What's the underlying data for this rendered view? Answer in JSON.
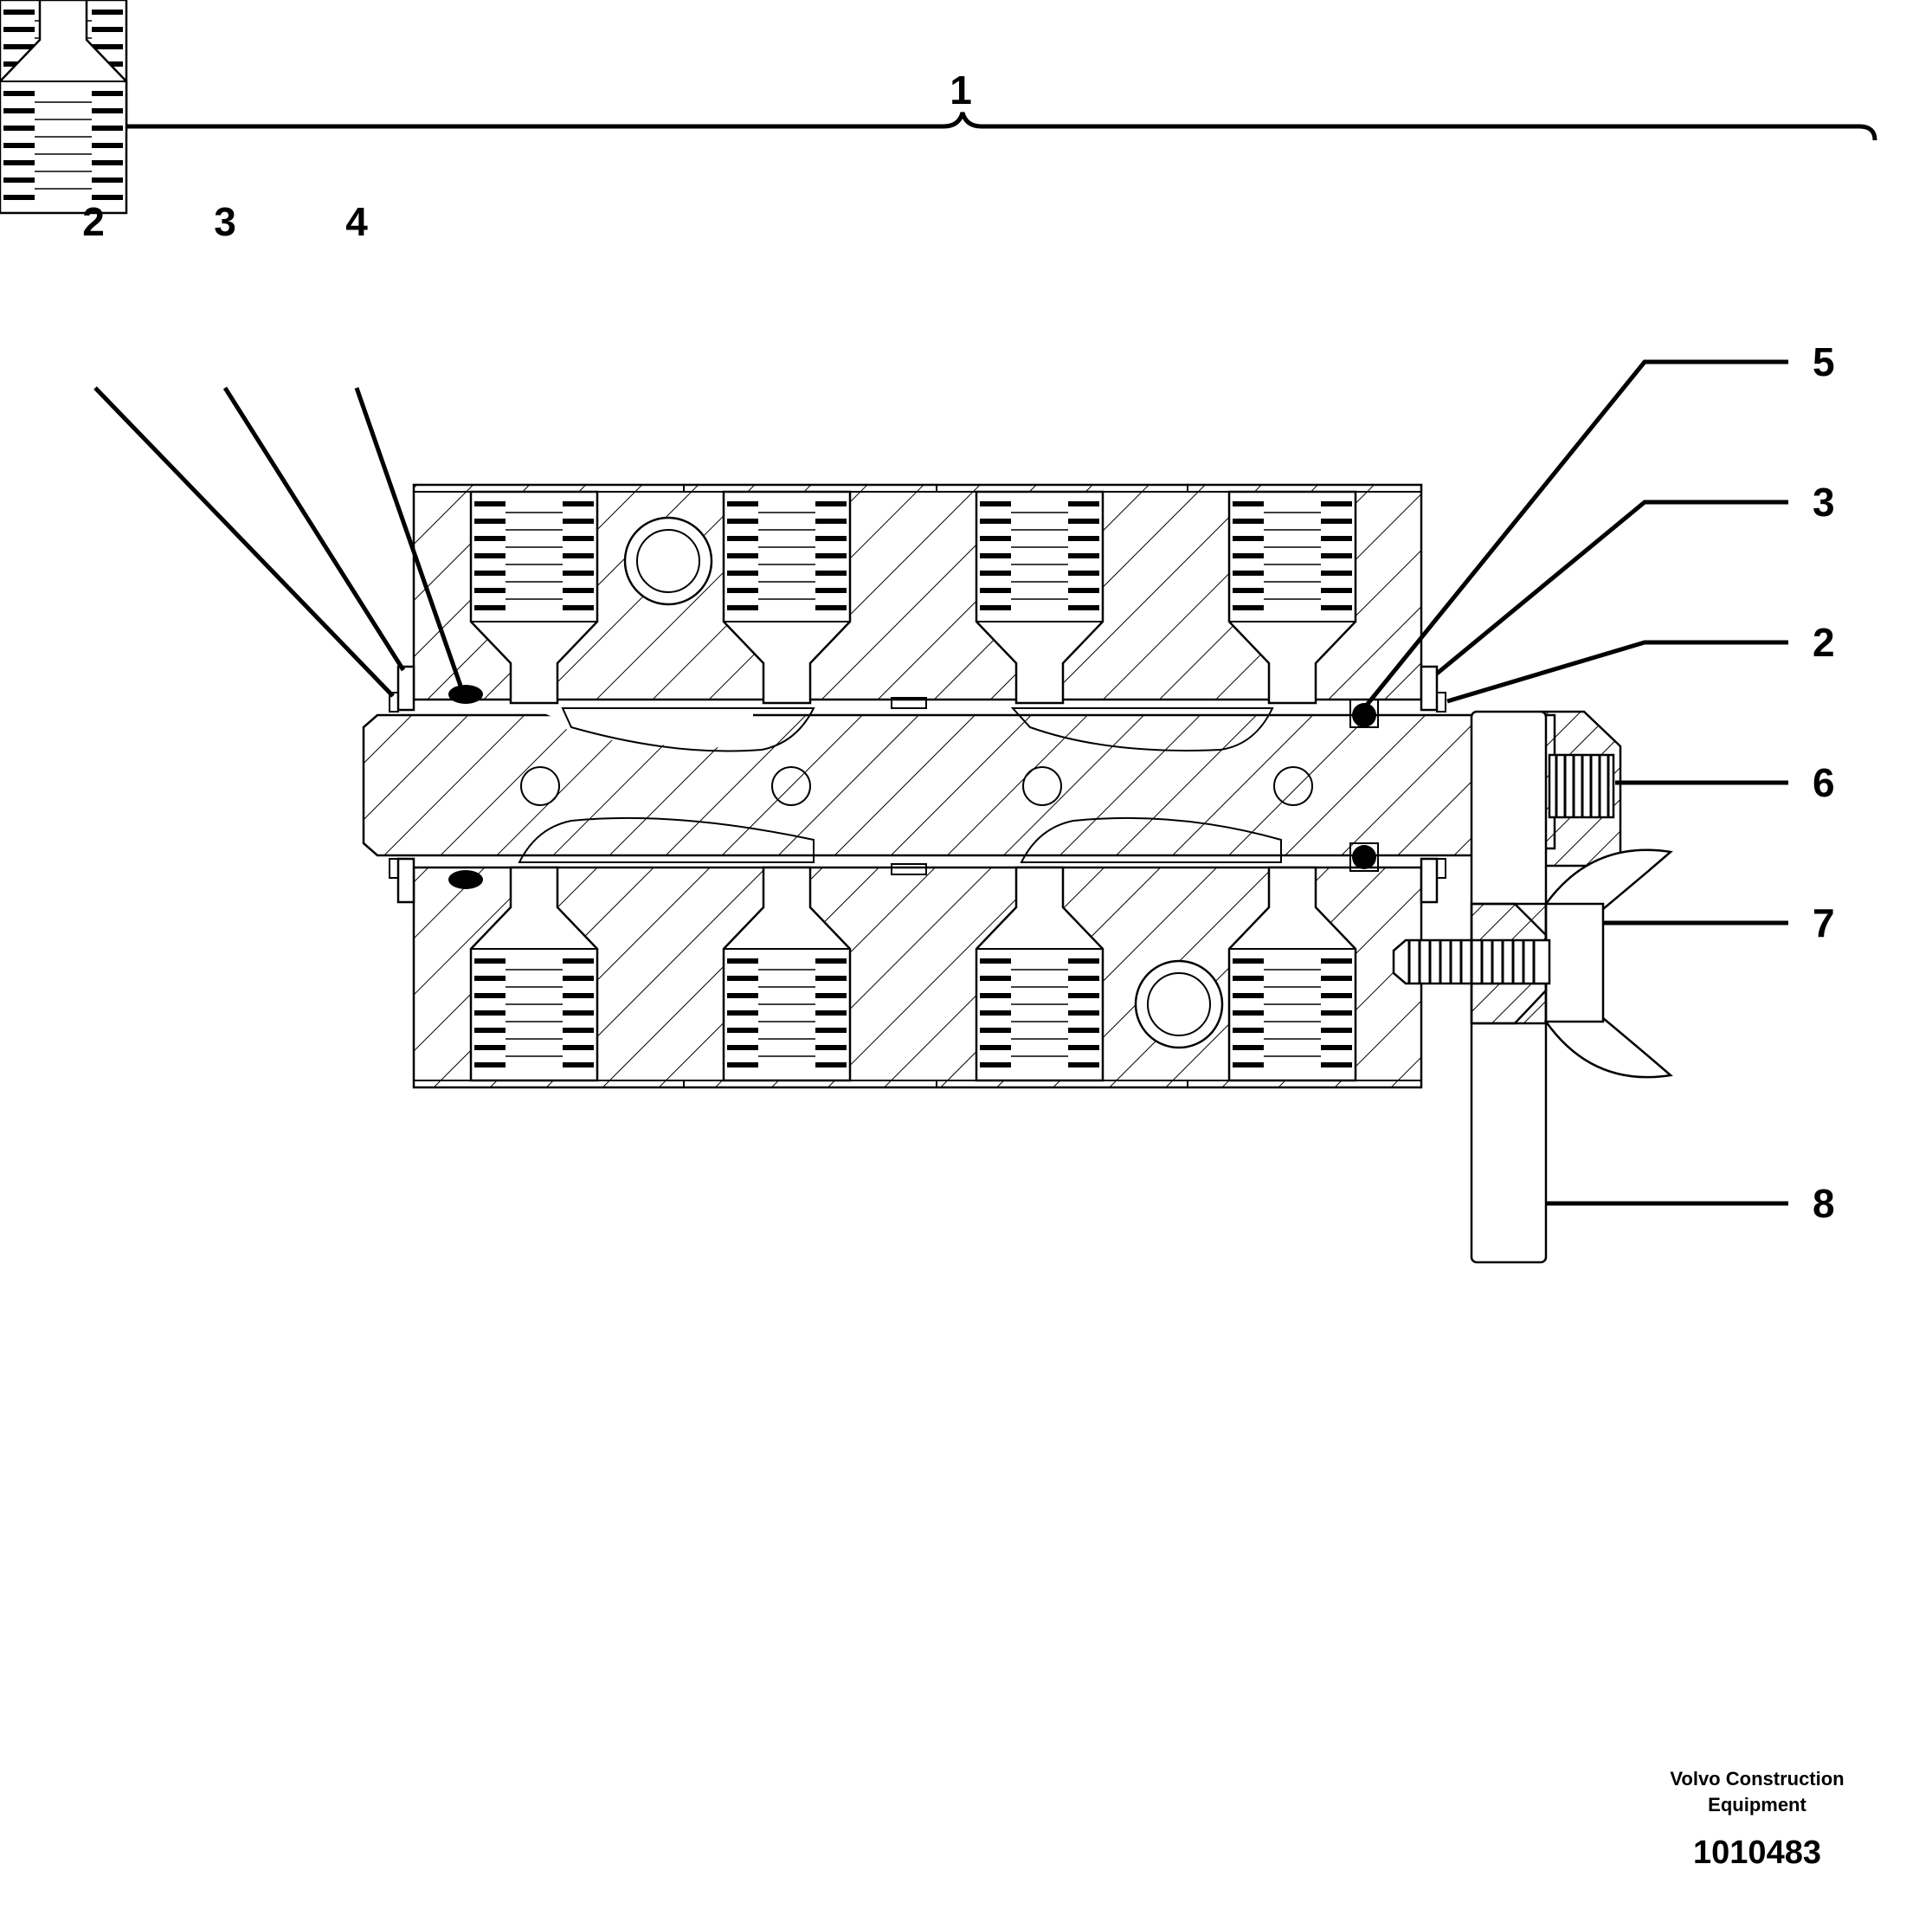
{
  "callouts": {
    "assembly": "1",
    "left_2": "2",
    "left_3": "3",
    "left_4": "4",
    "right_5": "5",
    "right_3": "3",
    "right_2": "2",
    "right_6": "6",
    "right_7": "7",
    "right_8": "8"
  },
  "footer": {
    "company_line1": "Volvo Construction",
    "company_line2": "Equipment",
    "drawing_number": "1010483"
  }
}
